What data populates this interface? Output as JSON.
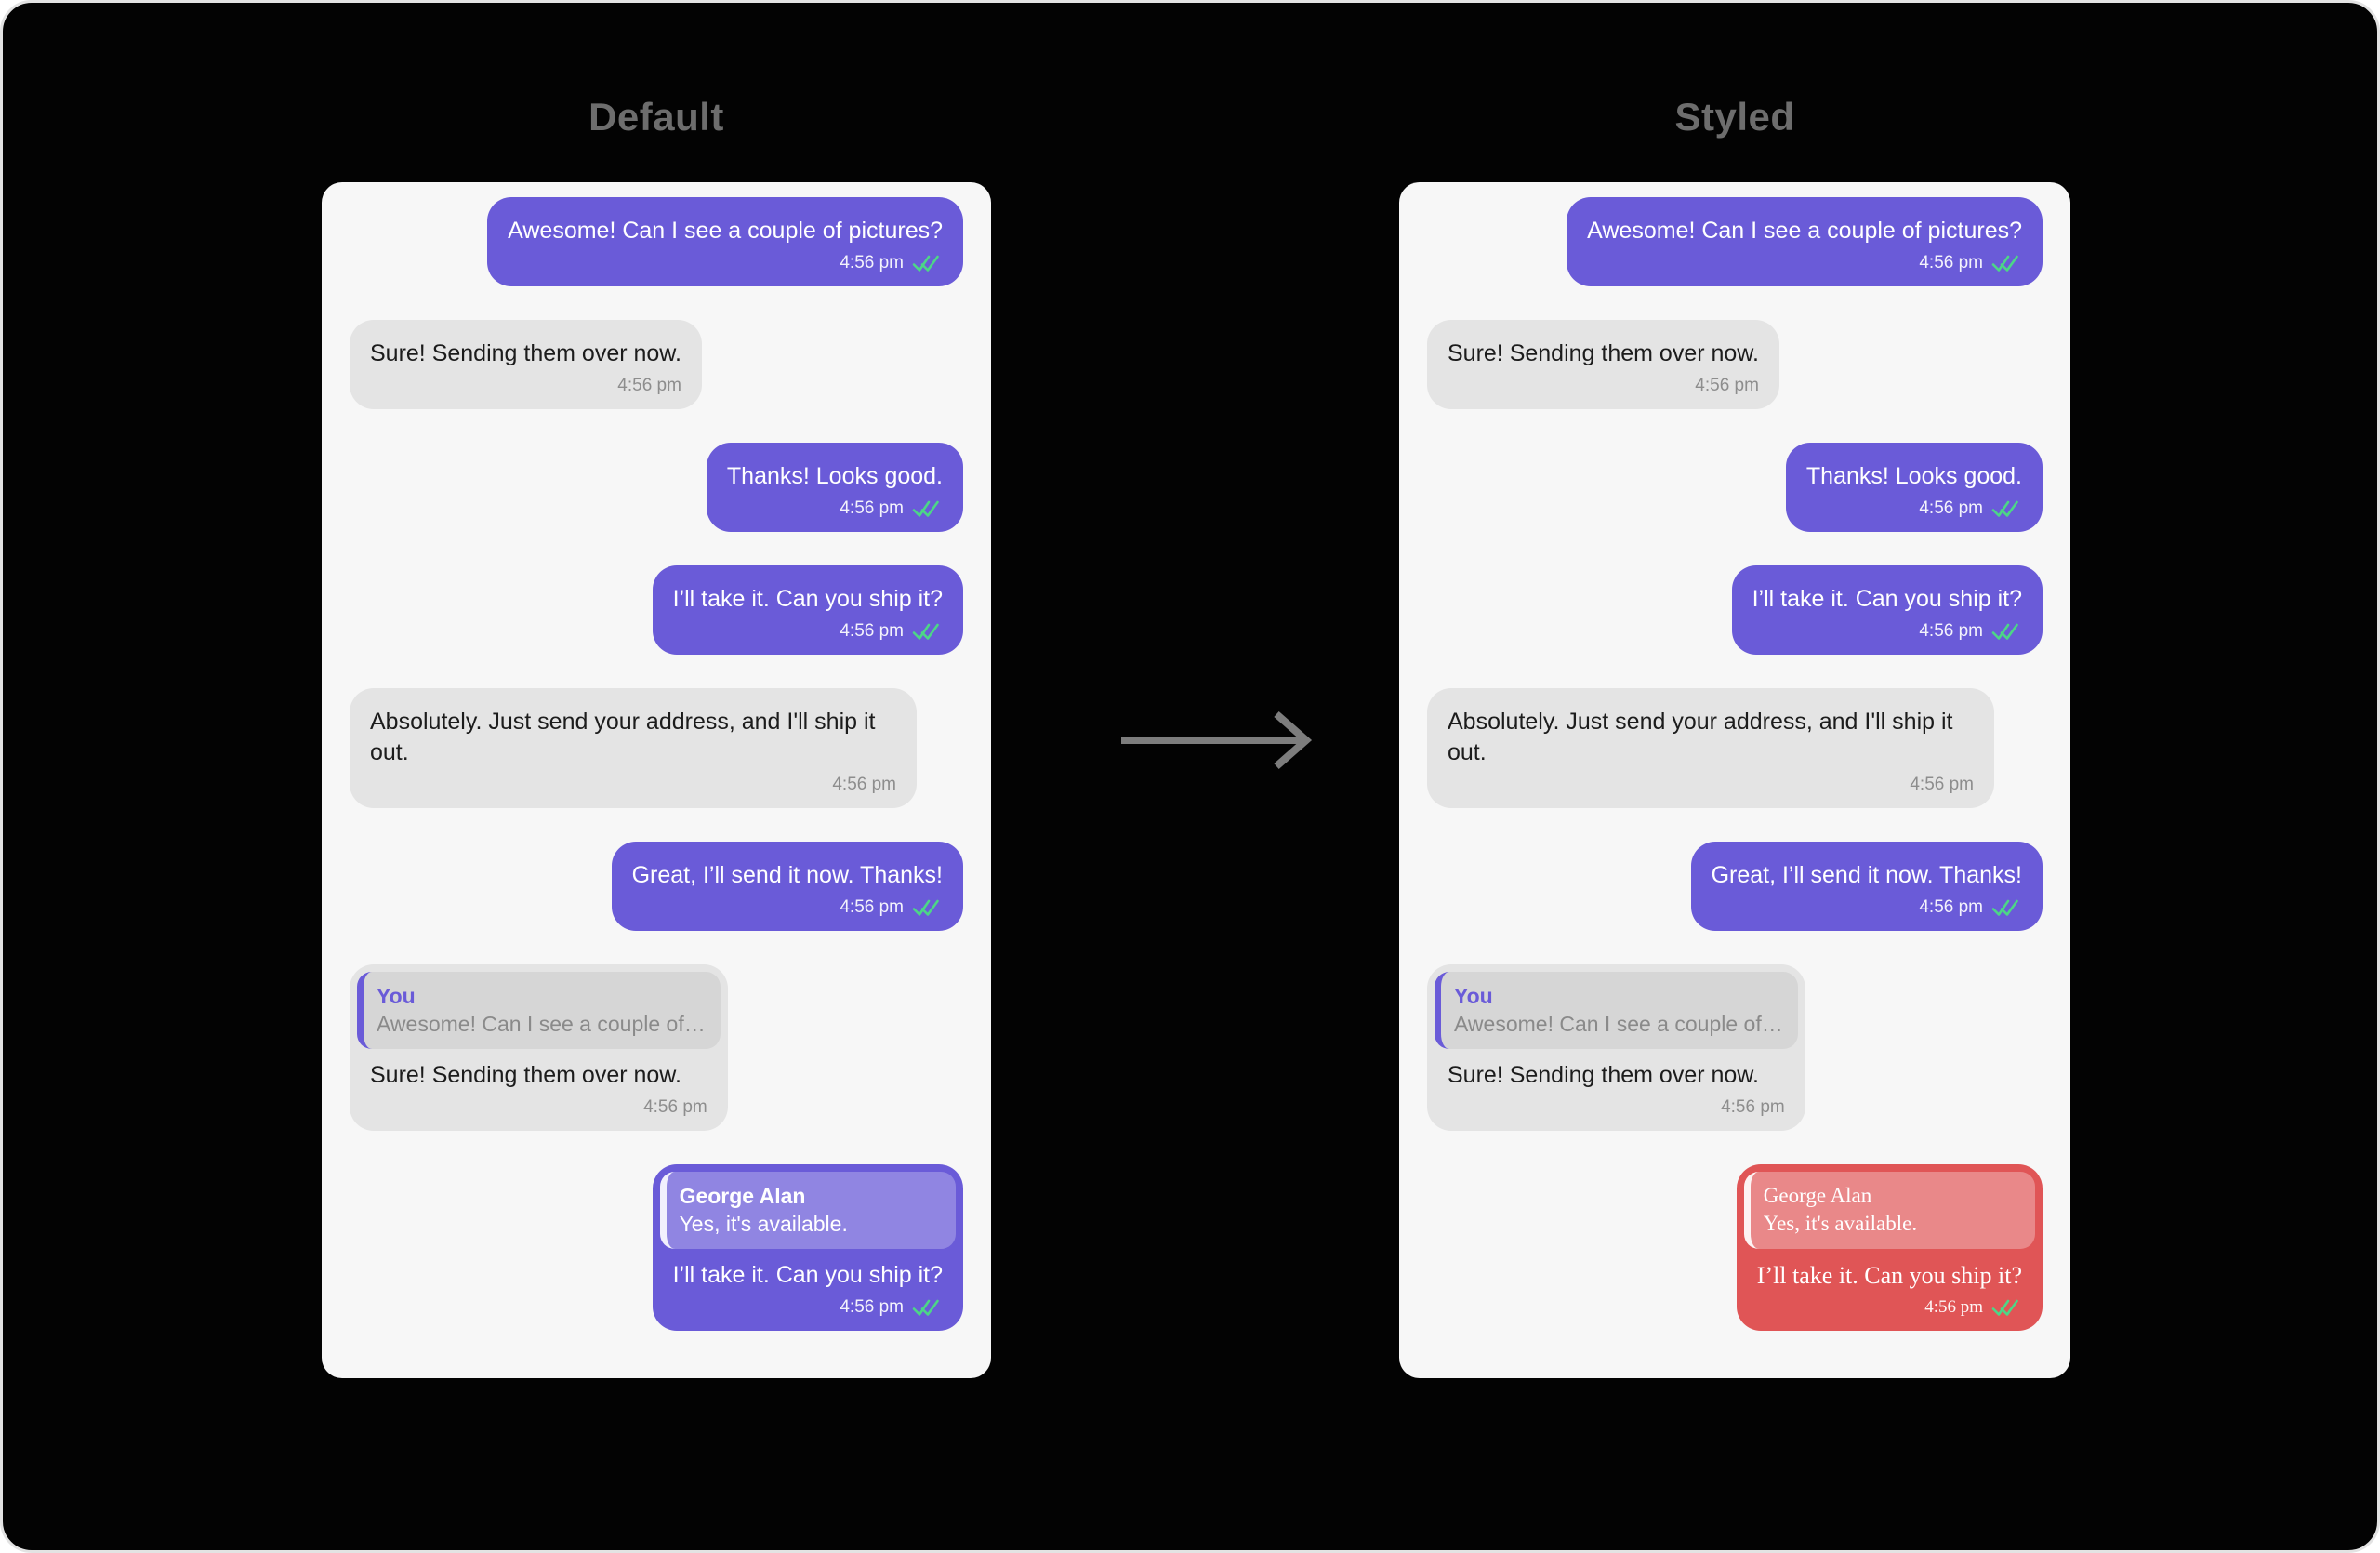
{
  "titles": {
    "left": "Default",
    "right": "Styled"
  },
  "colors": {
    "frame_background": "#030303",
    "panel_background": "#F7F7F7",
    "outgoing_bubble_purple": "#6A5BD8",
    "incoming_bubble_gray": "#E4E4E4",
    "styled_bubble_red": "#E05556",
    "check_green": "#4DD687",
    "title_gray": "#6D6D6D",
    "arrow_gray": "#7D7D7D"
  },
  "panels": [
    {
      "label": "Default",
      "messages": [
        {
          "type": "out",
          "text": "Awesome! Can I see a couple of pictures?",
          "time": "4:56 pm",
          "checks": true
        },
        {
          "type": "in",
          "text": "Sure! Sending them over now.",
          "time": "4:56 pm"
        },
        {
          "type": "out",
          "text": "Thanks! Looks good.",
          "time": "4:56 pm",
          "checks": true
        },
        {
          "type": "out",
          "text": "I’ll take it. Can you ship it?",
          "time": "4:56 pm",
          "checks": true
        },
        {
          "type": "in",
          "text": "Absolutely. Just send your address, and I'll ship it out.",
          "time": "4:56 pm"
        },
        {
          "type": "out",
          "text": "Great, I’ll send it now. Thanks!",
          "time": "4:56 pm",
          "checks": true
        },
        {
          "type": "in-reply",
          "quote_author": "You",
          "quote_text": "Awesome! Can I see a couple of…",
          "text": "Sure! Sending them over now.",
          "time": "4:56 pm"
        },
        {
          "type": "out-reply",
          "quote_author": "George Alan",
          "quote_text": "Yes, it's available.",
          "text": "I’ll take it. Can you ship it?",
          "time": "4:56 pm",
          "checks": true,
          "styled": false
        }
      ]
    },
    {
      "label": "Styled",
      "messages": [
        {
          "type": "out",
          "text": "Awesome! Can I see a couple of pictures?",
          "time": "4:56 pm",
          "checks": true
        },
        {
          "type": "in",
          "text": "Sure! Sending them over now.",
          "time": "4:56 pm"
        },
        {
          "type": "out",
          "text": "Thanks! Looks good.",
          "time": "4:56 pm",
          "checks": true
        },
        {
          "type": "out",
          "text": "I’ll take it. Can you ship it?",
          "time": "4:56 pm",
          "checks": true
        },
        {
          "type": "in",
          "text": "Absolutely. Just send your address, and I'll ship it out.",
          "time": "4:56 pm"
        },
        {
          "type": "out",
          "text": "Great, I’ll send it now. Thanks!",
          "time": "4:56 pm",
          "checks": true
        },
        {
          "type": "in-reply",
          "quote_author": "You",
          "quote_text": "Awesome! Can I see a couple of…",
          "text": "Sure! Sending them over now.",
          "time": "4:56 pm"
        },
        {
          "type": "out-reply",
          "quote_author": "George Alan",
          "quote_text": "Yes, it's available.",
          "text": "I’ll take it. Can you ship it?",
          "time": "4:56 pm",
          "checks": true,
          "styled": true
        }
      ]
    }
  ]
}
